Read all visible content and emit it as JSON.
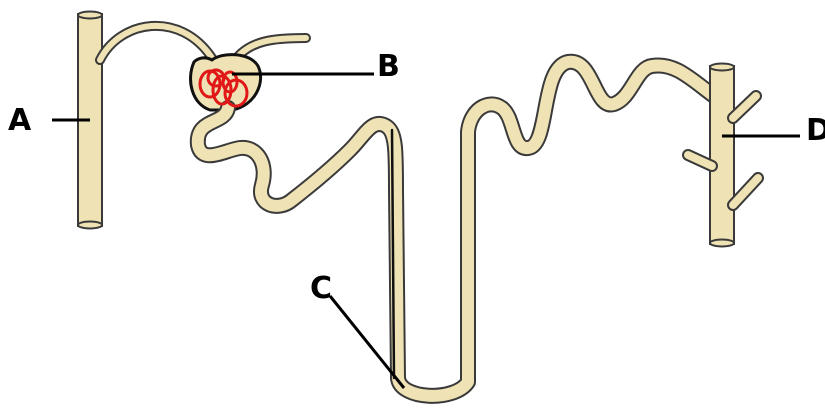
{
  "labels": {
    "a": "A",
    "b": "B",
    "c": "C",
    "d": "D"
  },
  "colors": {
    "tubule_fill": "#EFE2B4",
    "outline": "#3a3a3a",
    "glomerulus": "#E01818",
    "leader": "#000000"
  }
}
